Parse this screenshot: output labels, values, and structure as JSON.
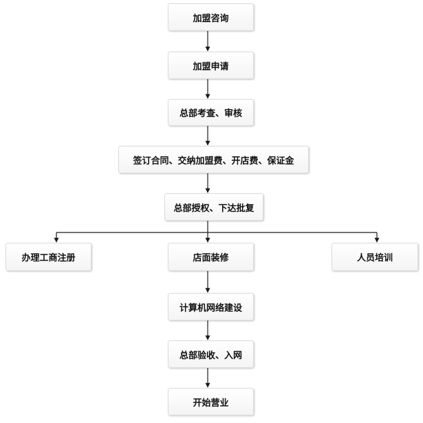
{
  "diagram": {
    "steps": {
      "franchise_inquiry": "加盟咨询",
      "franchise_application": "加盟申请",
      "hq_review": "总部考查、审核",
      "sign_contract": "签订合同、交纳加盟费、开店费、保证金",
      "hq_authorization": "总部授权、下达批复",
      "business_registration": "办理工商注册",
      "store_renovation": "店面装修",
      "staff_training": "人员培训",
      "network_setup": "计算机网络建设",
      "hq_acceptance": "总部验收、入网",
      "start_business": "开始营业"
    },
    "colors": {
      "line": "#1a1a1a",
      "node_border": "#dcdcdc",
      "node_fill": "#f4f4f4",
      "text": "#111111"
    }
  }
}
